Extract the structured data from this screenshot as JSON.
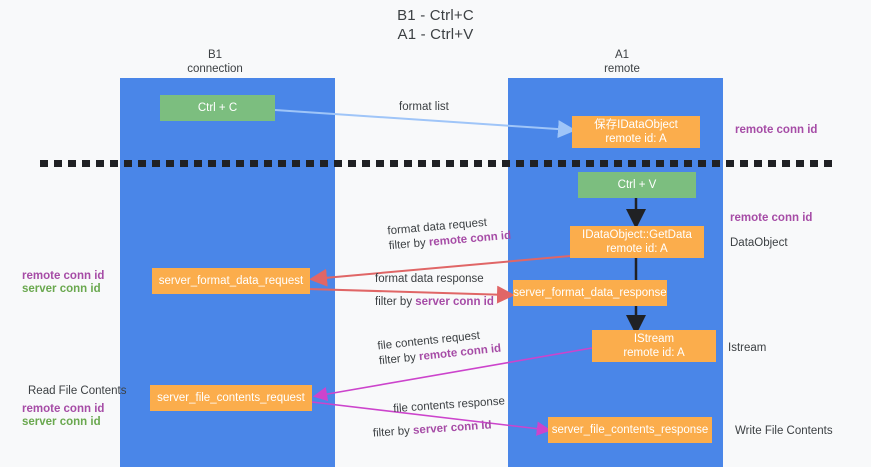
{
  "title": {
    "line1": "B1 - Ctrl+C",
    "line2": "A1 - Ctrl+V"
  },
  "columns": [
    {
      "name": "B1",
      "sub": "connection"
    },
    {
      "name": "A1",
      "sub": "remote"
    }
  ],
  "nodes": {
    "ctrl_c": {
      "label": "Ctrl + C",
      "sub": ""
    },
    "save_idataobject": {
      "label": "保存IDataObject",
      "sub": "remote id: A"
    },
    "ctrl_v": {
      "label": "Ctrl + V",
      "sub": ""
    },
    "getdata": {
      "label": "IDataObject::GetData",
      "sub": "remote id: A"
    },
    "fmt_req": {
      "label": "server_format_data_request",
      "sub": ""
    },
    "fmt_resp": {
      "label": "server_format_data_response",
      "sub": ""
    },
    "istream": {
      "label": "IStream",
      "sub": "remote id: A"
    },
    "file_req": {
      "label": "server_file_contents_request",
      "sub": ""
    },
    "file_resp": {
      "label": "server_file_contents_response",
      "sub": ""
    }
  },
  "edge_labels": {
    "format_list": {
      "line1": "format list",
      "line2": "",
      "line2_accent": ""
    },
    "format_data_req": {
      "line1": "format data request",
      "line2": "filter by ",
      "line2_accent": "remote conn id"
    },
    "format_data_resp": {
      "line1": "format data response",
      "line2": "filter by ",
      "line2_accent": "server conn id"
    },
    "file_contents_req": {
      "line1": "file contents request",
      "line2": "filter by ",
      "line2_accent": "remote conn id"
    },
    "file_contents_resp": {
      "line1": "file contents response",
      "line2": "filter by ",
      "line2_accent": "server conn id"
    }
  },
  "annotations": {
    "right_remote_conn_top": "remote conn id",
    "right_remote_conn_mid": "remote conn id",
    "right_dataobject": "DataObject",
    "right_istream": "Istream",
    "right_write_file": "Write File Contents",
    "left_remote_conn_id": "remote conn id",
    "left_server_conn_id": "server conn id",
    "left_read_file": "Read File Contents",
    "left_remote_conn_id2": "remote conn id",
    "left_server_conn_id2": "server conn id"
  },
  "colors": {
    "lane": "#4a86e8",
    "green_node": "#7cbe7f",
    "orange_node": "#fbad4c",
    "purple_text": "#a64ca6",
    "green_text": "#6aa84f",
    "blue_arrow": "#9fc5f8",
    "red_arrow": "#e06666",
    "magenta_arrow": "#cc44cc",
    "black_arrow": "#202124",
    "background": "#f8f9fa"
  }
}
